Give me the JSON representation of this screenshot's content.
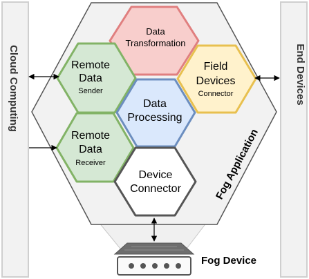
{
  "colors": {
    "panel_fill": "#f2f2f2",
    "panel_stroke": "#cfcfcf",
    "outer_stroke": "#555555",
    "red_fill": "#f8cecc",
    "red_stroke": "#e07f7f",
    "green_fill": "#d5e8d4",
    "green_stroke": "#82b366",
    "yellow_fill": "#fff2cc",
    "yellow_stroke": "#e8c04f",
    "blue_fill": "#dae8fc",
    "blue_stroke": "#6c8ebf",
    "gray_fill": "#ffffff",
    "gray_stroke": "#555555"
  },
  "side_panels": {
    "left": "Cloud Computing",
    "right": "End Devices"
  },
  "outer": {
    "label": "Fog Application"
  },
  "modules": {
    "data_transformation": {
      "line1": "Data",
      "line2": "Transformation"
    },
    "remote_data_sender": {
      "line1": "Remote",
      "line2": "Data",
      "line3": "Sender"
    },
    "field_devices_connector": {
      "line1": "Field",
      "line2": "Devices",
      "line3": "Connector"
    },
    "data_processing": {
      "line1": "Data",
      "line2": "Processing"
    },
    "remote_data_receiver": {
      "line1": "Remote",
      "line2": "Data",
      "line3": "Receiver"
    },
    "device_connector": {
      "line1": "Device",
      "line2": "Connector"
    }
  },
  "device": {
    "label": "Fog Device",
    "icon": "router-icon"
  }
}
